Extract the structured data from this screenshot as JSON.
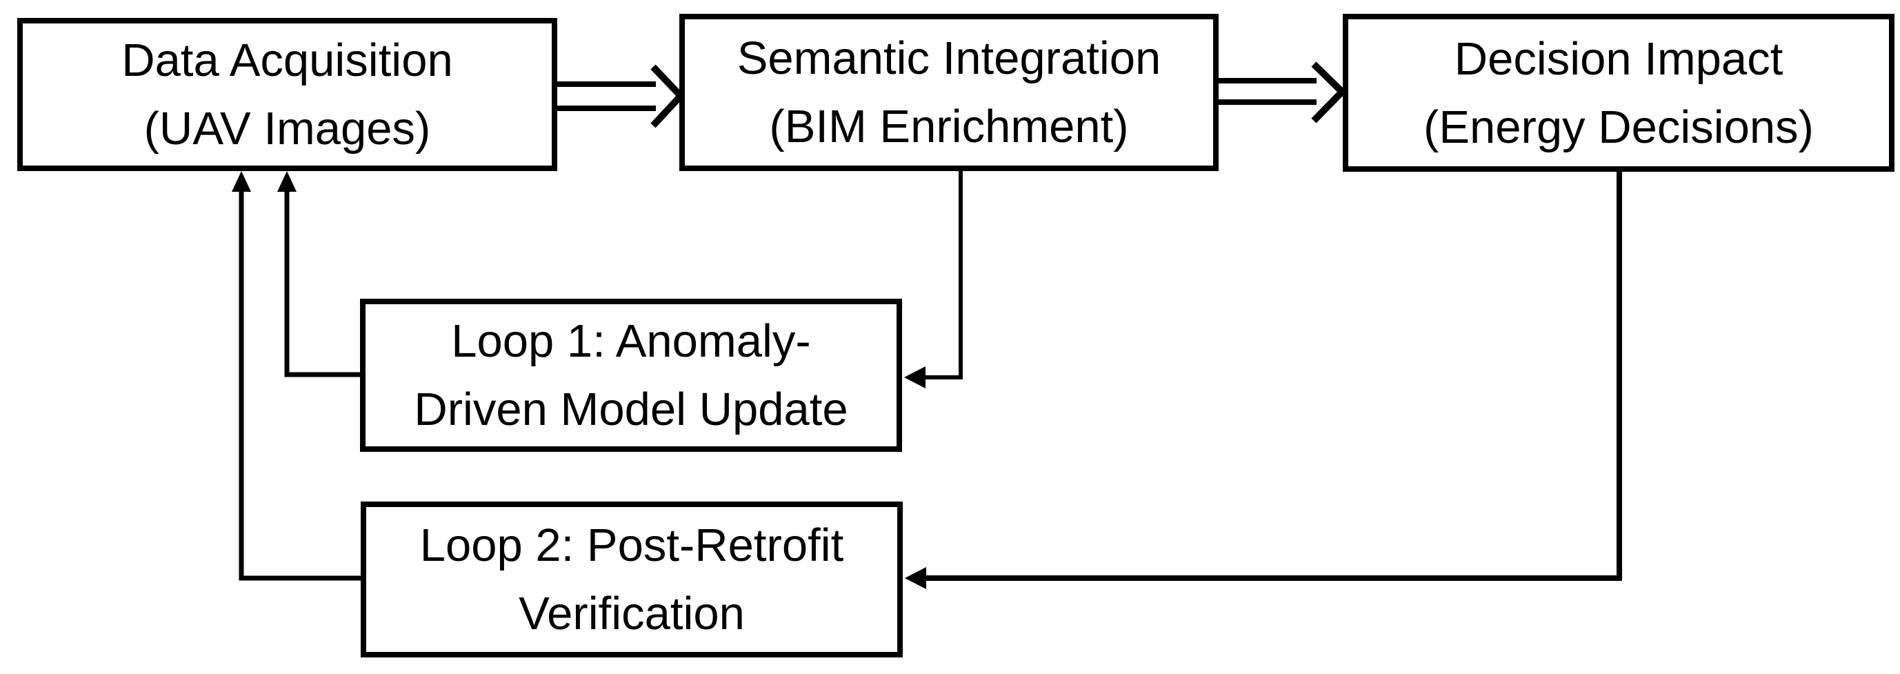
{
  "colors": {
    "stroke": "#000000",
    "background": "#ffffff",
    "box-fill": "#ffffff",
    "text": "#000000"
  },
  "diagram": {
    "nodes": [
      {
        "id": "data-acquisition",
        "line1": "Data Acquisition",
        "line2": "(UAV Images)"
      },
      {
        "id": "semantic-integration",
        "line1": "Semantic Integration",
        "line2": "(BIM Enrichment)"
      },
      {
        "id": "decision-impact",
        "line1": "Decision Impact",
        "line2": "(Energy Decisions)"
      },
      {
        "id": "loop1",
        "line1": "Loop 1: Anomaly-",
        "line2": "Driven Model Update"
      },
      {
        "id": "loop2",
        "line1": "Loop 2: Post-Retrofit",
        "line2": "Verification"
      }
    ],
    "edges": [
      {
        "from": "data-acquisition",
        "to": "semantic-integration",
        "type": "block-arrow"
      },
      {
        "from": "semantic-integration",
        "to": "decision-impact",
        "type": "block-arrow"
      },
      {
        "from": "semantic-integration",
        "to": "loop1",
        "type": "solid-arrow"
      },
      {
        "from": "loop1",
        "to": "data-acquisition",
        "type": "solid-arrow"
      },
      {
        "from": "decision-impact",
        "to": "loop2",
        "type": "solid-arrow"
      },
      {
        "from": "loop2",
        "to": "data-acquisition",
        "type": "solid-arrow"
      }
    ]
  }
}
